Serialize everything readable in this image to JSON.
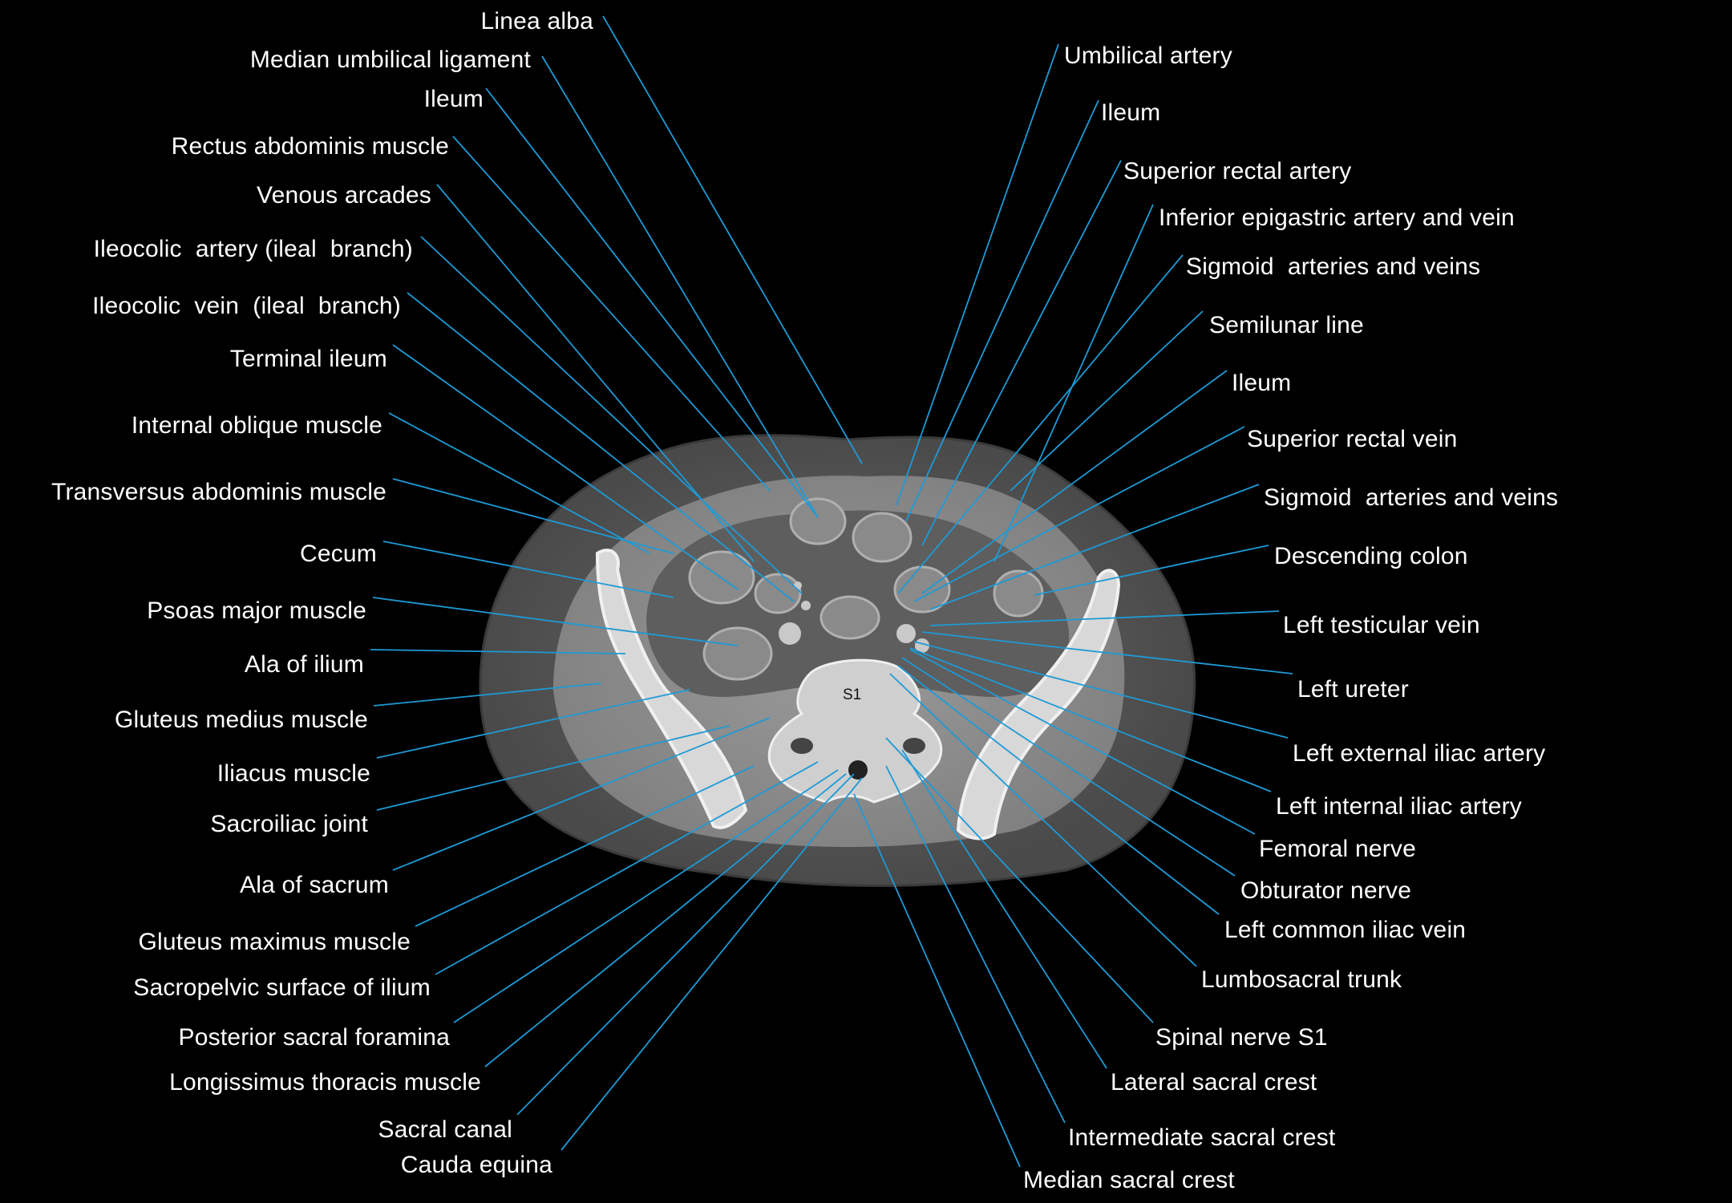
{
  "image": {
    "vertebra_label": "S1",
    "leader_color": "#1e9ad6",
    "label_color": "#ffffff",
    "background": "#000000"
  },
  "labels_left": [
    "Linea alba",
    "Median umbilical ligament",
    "Ileum",
    "Rectus abdominis muscle",
    "Venous arcades",
    "Ileocolic  artery (ileal  branch)",
    "Ileocolic  vein  (ileal  branch)",
    "Terminal ileum",
    "Internal oblique muscle",
    "Transversus abdominis muscle",
    "Cecum",
    "Psoas major muscle",
    "Ala of ilium",
    "Gluteus medius muscle",
    "Iliacus muscle",
    "Sacroiliac joint",
    "Ala of sacrum",
    "Gluteus maximus muscle",
    "Sacropelvic surface of ilium",
    "Posterior sacral foramina",
    "Longissimus thoracis muscle",
    "Sacral canal",
    "Cauda equina"
  ],
  "labels_right": [
    "Umbilical artery",
    "Ileum",
    "Superior rectal artery",
    "Inferior epigastric artery and vein",
    "Sigmoid  arteries and veins",
    "Semilunar line",
    "Ileum",
    "Superior rectal vein",
    "Sigmoid  arteries and veins",
    "Descending colon",
    "Left testicular vein",
    "Left ureter",
    "Left external iliac artery",
    "Left internal iliac artery",
    "Femoral nerve",
    "Obturator nerve",
    "Left common iliac vein",
    "Lumbosacral trunk",
    "Spinal nerve S1",
    "Lateral sacral crest",
    "Intermediate sacral crest",
    "Median sacral crest"
  ]
}
